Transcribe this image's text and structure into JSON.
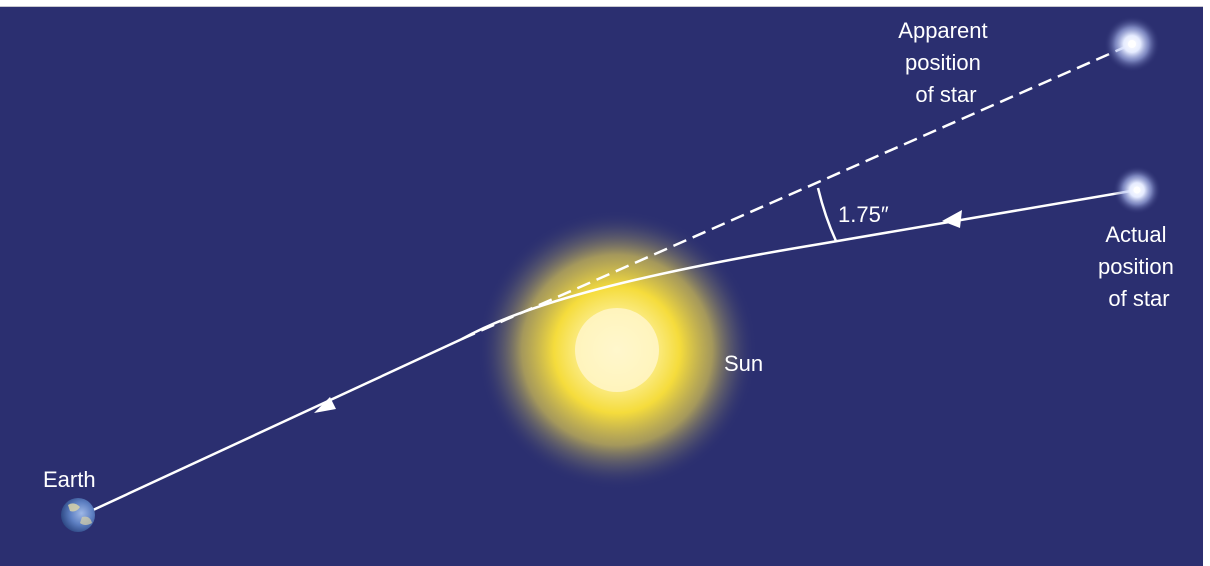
{
  "labels": {
    "apparent": [
      "Apparent",
      "position",
      "of star"
    ],
    "actual": [
      "Actual",
      "position",
      "of star"
    ],
    "angle": "1.75″",
    "sun": "Sun",
    "earth": "Earth"
  },
  "colors": {
    "background": "#2b2f70",
    "ray": "#ffffff",
    "sun_core": "#fff9d6",
    "sun_body": "#f7e34a",
    "sun_glow": "#e6d36a",
    "earth_blue": "#5d7fc2",
    "earth_land": "#d8d2a8"
  },
  "icons": {
    "apparent_star": "star-glow-icon",
    "actual_star": "star-glow-icon",
    "earth": "earth-globe-icon",
    "sun": "sun-icon"
  }
}
